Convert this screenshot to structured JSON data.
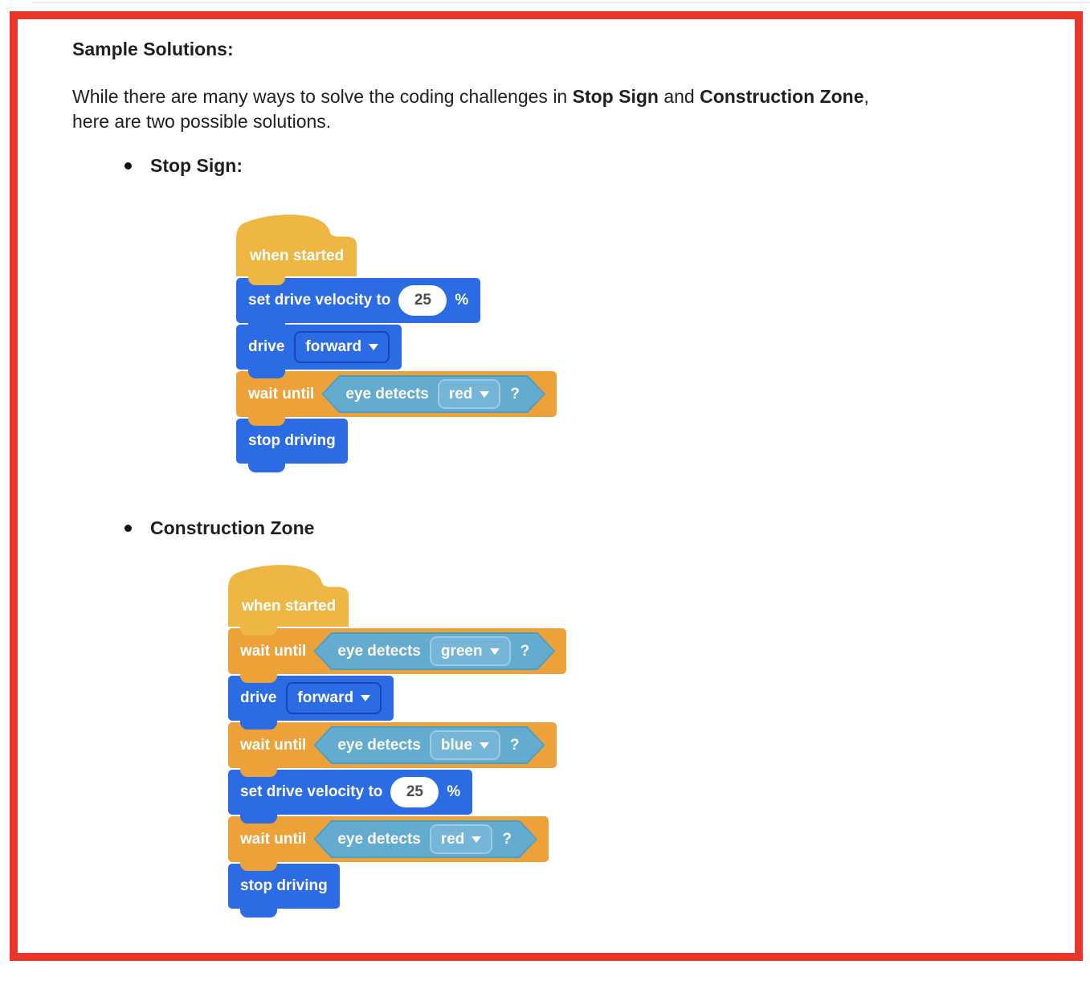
{
  "colors": {
    "red": "#e8362b",
    "yellow": "#eeb744",
    "orange": "#eca238",
    "blue": "#2b6be4",
    "hex-fill": "#63abcf",
    "hex-border": "#4e9dc2",
    "dd-fill": "#75b5d7",
    "dd-border": "#9ecbe0"
  },
  "document": {
    "heading": "Sample Solutions:",
    "intro": {
      "pre": "While there are many ways to solve the coding challenges in ",
      "bold1": "Stop Sign",
      "mid": " and ",
      "bold2": "Construction Zone",
      "comma": ",",
      "line2": "here are two possible solutions."
    },
    "bullets": [
      {
        "label": "Stop Sign:"
      },
      {
        "label": "Construction Zone"
      }
    ]
  },
  "stacks": [
    {
      "title": "Stop Sign",
      "blocks": [
        {
          "type": "hat",
          "label": "when started"
        },
        {
          "type": "set",
          "label": "set drive velocity to",
          "value": "25",
          "unit": "%"
        },
        {
          "type": "drive",
          "label": "drive",
          "selected": "forward"
        },
        {
          "type": "wait",
          "label": "wait until",
          "sensor": "eye detects",
          "selected": "red",
          "question": "?"
        },
        {
          "type": "stop",
          "label": "stop driving"
        }
      ]
    },
    {
      "title": "Construction Zone",
      "blocks": [
        {
          "type": "hat",
          "label": "when started"
        },
        {
          "type": "wait",
          "label": "wait until",
          "sensor": "eye detects",
          "selected": "green",
          "question": "?"
        },
        {
          "type": "drive",
          "label": "drive",
          "selected": "forward"
        },
        {
          "type": "wait",
          "label": "wait until",
          "sensor": "eye detects",
          "selected": "blue",
          "question": "?"
        },
        {
          "type": "set",
          "label": "set drive velocity to",
          "value": "25",
          "unit": "%"
        },
        {
          "type": "wait",
          "label": "wait until",
          "sensor": "eye detects",
          "selected": "red",
          "question": "?"
        },
        {
          "type": "stop",
          "label": "stop driving"
        }
      ]
    }
  ]
}
